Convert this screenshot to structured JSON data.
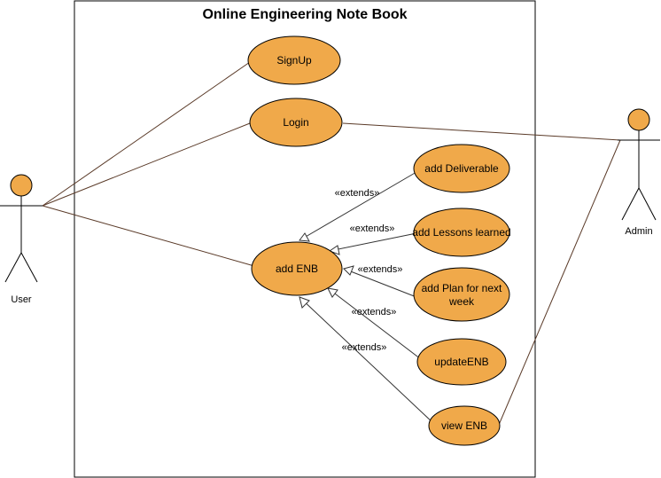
{
  "diagram": {
    "title": "Online Engineering Note Book",
    "actors": {
      "user": "User",
      "admin": "Admin"
    },
    "use_cases": {
      "signup": "SignUp",
      "login": "Login",
      "add_enb": "add ENB",
      "add_deliverable": "add Deliverable",
      "add_lessons": "add Lessons learned",
      "add_plan_line1": "add Plan for next",
      "add_plan_line2": "week",
      "update_enb": "updateENB",
      "view_enb": "view ENB"
    },
    "relations": {
      "extends": "«extends»"
    },
    "colors": {
      "use_case_fill": "#F0A94A",
      "actor_head_fill": "#F0A94A",
      "line": "#000000",
      "assoc_line": "#5a3a28"
    }
  }
}
